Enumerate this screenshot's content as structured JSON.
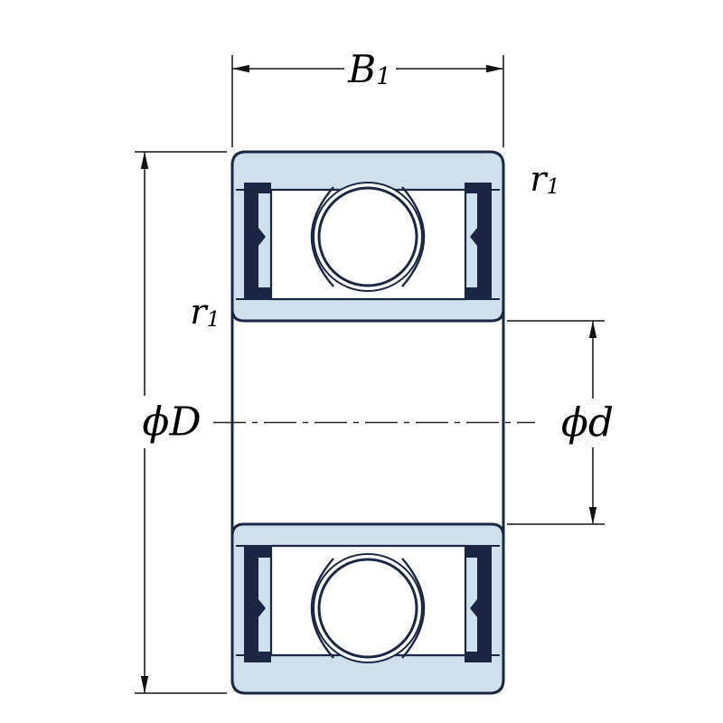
{
  "diagram": {
    "type": "bearing-cross-section-drawing",
    "labels": {
      "width": {
        "base": "B",
        "sub": "1"
      },
      "outer_diameter": {
        "text": "ϕD"
      },
      "bore_diameter": {
        "text": "ϕd"
      },
      "chamfer_top_right": {
        "base": "r",
        "sub": "1"
      },
      "chamfer_left": {
        "base": "r",
        "sub": "1"
      }
    },
    "colors": {
      "line": "#1b2742",
      "section_fill": "#cfe0ec",
      "seal_fill": "#1b2742",
      "dimension": "#111111",
      "background": "#ffffff"
    }
  }
}
